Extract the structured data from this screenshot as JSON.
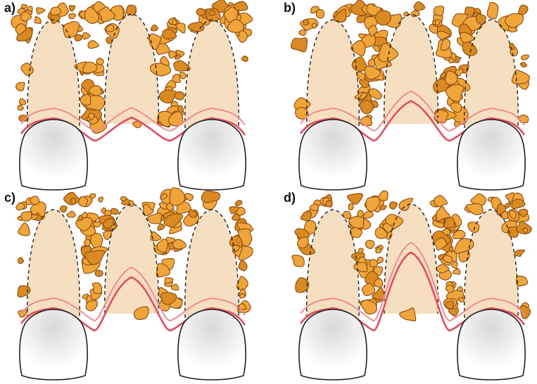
{
  "panels": [
    {
      "id": "a",
      "label": "a)",
      "pontic_soft_tissue_peak": 0.0
    },
    {
      "id": "b",
      "label": "b)",
      "pontic_soft_tissue_peak": 0.3
    },
    {
      "id": "c",
      "label": "c)",
      "pontic_soft_tissue_peak": 0.55
    },
    {
      "id": "d",
      "label": "d)",
      "pontic_soft_tissue_peak": 1.0
    }
  ],
  "colors": {
    "background": "#ffffff",
    "bone_fill": "#f0a53a",
    "bone_stroke": "#8a4a10",
    "root_fill": "#f5dfc0",
    "gingiva_line": "#e04e63",
    "gingiva_inner": "#ef8a95",
    "crown_stroke": "#222222",
    "outline_dash": "#222222"
  }
}
